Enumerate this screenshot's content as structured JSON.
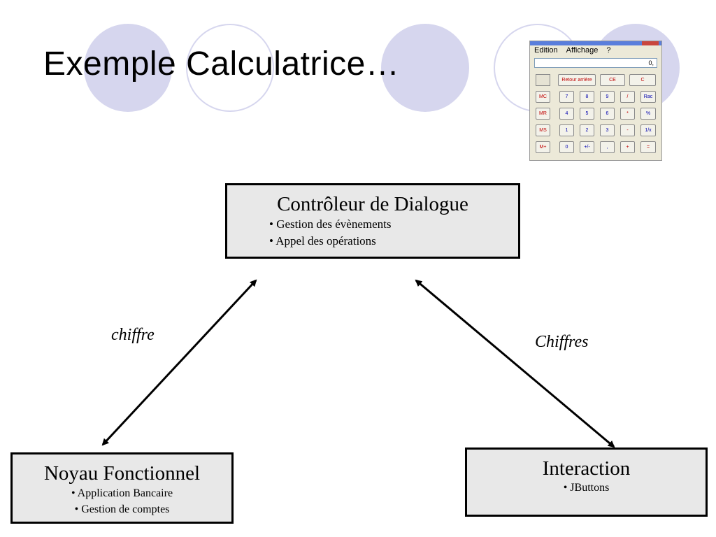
{
  "title": "Exemple Calculatrice…",
  "calculator": {
    "menu": [
      "Edition",
      "Affichage",
      "?"
    ],
    "display": "0,",
    "top_row": [
      "Retour arrière",
      "CE",
      "C"
    ],
    "memory": [
      "MC",
      "MR",
      "MS",
      "M+"
    ],
    "keys": [
      [
        "7",
        "8",
        "9",
        "/",
        "Rac"
      ],
      [
        "4",
        "5",
        "6",
        "*",
        "%"
      ],
      [
        "1",
        "2",
        "3",
        "-",
        "1/x"
      ],
      [
        "0",
        "+/-",
        ",",
        "+",
        "="
      ]
    ]
  },
  "diagram": {
    "controller": {
      "title": "Contrôleur de Dialogue",
      "items": [
        "• Gestion des évènements",
        "• Appel des opérations"
      ]
    },
    "core": {
      "title": "Noyau Fonctionnel",
      "items": [
        "• Application Bancaire",
        "• Gestion de comptes"
      ]
    },
    "interaction": {
      "title": "Interaction",
      "items": [
        "• JButtons"
      ]
    },
    "edges": {
      "left_label": "chiffre",
      "right_label": "Chiffres"
    }
  },
  "colors": {
    "decor": "#d6d6ee",
    "box_fill": "#e8e8e8",
    "calc_red": "#c00000",
    "calc_blue": "#0000b0"
  }
}
